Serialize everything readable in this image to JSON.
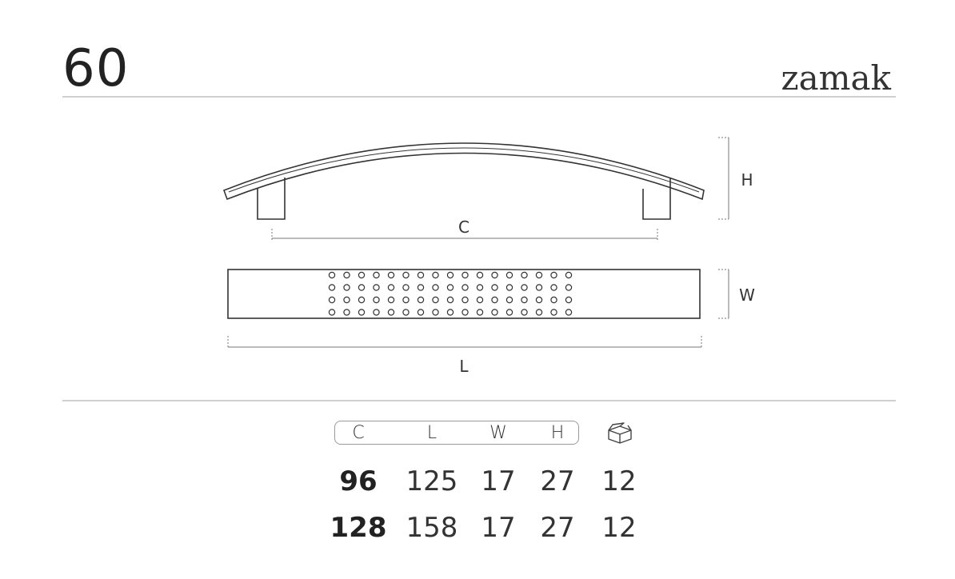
{
  "header": {
    "model_number": "60",
    "material": "zamak"
  },
  "dimensions": {
    "labels": {
      "c": "C",
      "l": "L",
      "w": "W",
      "h": "H"
    }
  },
  "table": {
    "columns": [
      "C",
      "L",
      "W",
      "H"
    ],
    "pack_icon": "box-icon",
    "rows": [
      {
        "c": "96",
        "l": "125",
        "w": "17",
        "h": "27",
        "qty": "12"
      },
      {
        "c": "128",
        "l": "158",
        "w": "17",
        "h": "27",
        "qty": "12"
      }
    ]
  },
  "colors": {
    "line": "#333333",
    "rule": "#d0d0d0",
    "dimension": "#777777"
  }
}
